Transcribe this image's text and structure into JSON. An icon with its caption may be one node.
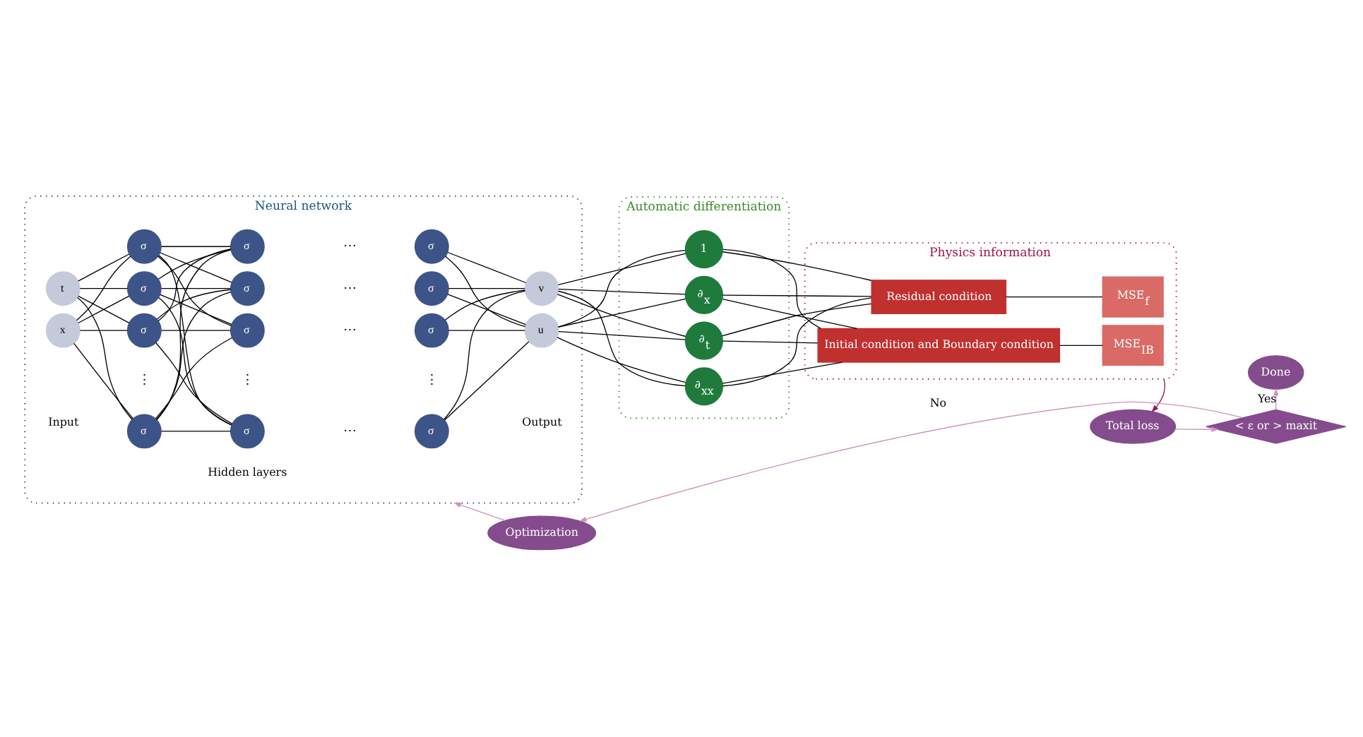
{
  "diagram": {
    "nodes": [
      {
        "text": [
          "Neural network"
        ]
      },
      {
        "text": [
          "x"
        ],
        "in": 0
      },
      {
        "text": [
          "t"
        ],
        "in": 0
      },
      {
        "text": [
          "σ"
        ],
        "in": 0
      },
      {
        "text": [
          "σ"
        ],
        "in": 0
      },
      {
        "text": [
          "σ"
        ],
        "in": 0
      },
      {
        "text": [
          "σ"
        ],
        "in": 0
      },
      {
        "text": [
          "σ"
        ],
        "in": 0
      },
      {
        "text": [
          "σ"
        ],
        "in": 0
      },
      {
        "text": [
          "σ"
        ],
        "in": 0
      },
      {
        "text": [
          "σ"
        ],
        "in": 0
      },
      {
        "text": [
          "σ"
        ],
        "in": 0
      },
      {
        "text": [
          "σ"
        ],
        "in": 0
      },
      {
        "text": [
          "σ"
        ],
        "in": 0
      },
      {
        "text": [
          "σ"
        ],
        "in": 0
      },
      {
        "text": [
          "u"
        ],
        "in": 0
      },
      {
        "text": [
          "v"
        ],
        "in": 0
      },
      {
        "text": [
          "Automatic differentiation"
        ]
      },
      {
        "text": [
          "1"
        ],
        "in": 17
      },
      {
        "text": [
          "∂$_{x}$"
        ],
        "in": 17
      },
      {
        "text": [
          "∂$_{t}$"
        ],
        "in": 17
      },
      {
        "text": [
          "∂$_{xx}$"
        ],
        "in": 17
      },
      {
        "text": [
          "Physics information"
        ]
      },
      {
        "text": [
          "Residual condition"
        ],
        "in": 22
      },
      {
        "text": [
          "MSE$_{f}$"
        ],
        "in": 22
      },
      {
        "text": [
          "Initial condition and Boundary condition"
        ],
        "in": 22
      },
      {
        "text": [
          "MSE$_{IB}$"
        ],
        "in": 22
      },
      {
        "text": [
          "Total loss"
        ]
      },
      {
        "text": [
          "< ε or > maxit"
        ]
      },
      {
        "text": [
          "Optimization"
        ]
      },
      {
        "text": [
          "Done"
        ]
      }
    ],
    "edges": [
      {
        "from": 1,
        "to": 3,
        "arrow": "none"
      },
      {
        "from": 1,
        "to": 4,
        "arrow": "none"
      },
      {
        "from": 1,
        "to": 5,
        "arrow": "none"
      },
      {
        "from": 1,
        "to": 6,
        "arrow": "none"
      },
      {
        "from": 2,
        "to": 3,
        "arrow": "none"
      },
      {
        "from": 2,
        "to": 4,
        "arrow": "none"
      },
      {
        "from": 2,
        "to": 5,
        "arrow": "none"
      },
      {
        "from": 2,
        "to": 6,
        "arrow": "none"
      },
      {
        "from": 3,
        "to": 7,
        "arrow": "none"
      },
      {
        "from": 3,
        "to": 8,
        "arrow": "none"
      },
      {
        "from": 3,
        "to": 9,
        "arrow": "none"
      },
      {
        "from": 3,
        "to": 10,
        "arrow": "none"
      },
      {
        "from": 4,
        "to": 7,
        "arrow": "none"
      },
      {
        "from": 4,
        "to": 8,
        "arrow": "none"
      },
      {
        "from": 4,
        "to": 9,
        "arrow": "none"
      },
      {
        "from": 4,
        "to": 10,
        "arrow": "none"
      },
      {
        "from": 5,
        "to": 7,
        "arrow": "none"
      },
      {
        "from": 5,
        "to": 8,
        "arrow": "none"
      },
      {
        "from": 5,
        "to": 9,
        "arrow": "none"
      },
      {
        "from": 5,
        "to": 10,
        "arrow": "none"
      },
      {
        "from": 6,
        "to": 7,
        "arrow": "none"
      },
      {
        "from": 6,
        "to": 8,
        "arrow": "none"
      },
      {
        "from": 6,
        "to": 9,
        "arrow": "none"
      },
      {
        "from": 6,
        "to": 10,
        "arrow": "none"
      },
      {
        "from": 11,
        "to": 15,
        "arrow": "none"
      },
      {
        "from": 11,
        "to": 16,
        "arrow": "none"
      },
      {
        "from": 12,
        "to": 15,
        "arrow": "none"
      },
      {
        "from": 12,
        "to": 16,
        "arrow": "none"
      },
      {
        "from": 13,
        "to": 15,
        "arrow": "none"
      },
      {
        "from": 13,
        "to": 16,
        "arrow": "none"
      },
      {
        "from": 14,
        "to": 15,
        "arrow": "none"
      },
      {
        "from": 14,
        "to": 16,
        "arrow": "none"
      },
      {
        "from": 15,
        "to": 18,
        "arrow": "none"
      },
      {
        "from": 15,
        "to": 19,
        "arrow": "none"
      },
      {
        "from": 15,
        "to": 20,
        "arrow": "none"
      },
      {
        "from": 15,
        "to": 21,
        "arrow": "none"
      },
      {
        "from": 16,
        "to": 18,
        "arrow": "none"
      },
      {
        "from": 16,
        "to": 19,
        "arrow": "none"
      },
      {
        "from": 16,
        "to": 20,
        "arrow": "none"
      },
      {
        "from": 16,
        "to": 21,
        "arrow": "none"
      },
      {
        "from": 18,
        "to": 23,
        "arrow": "none"
      },
      {
        "from": 18,
        "to": 25,
        "arrow": "none"
      },
      {
        "from": 19,
        "to": 23,
        "arrow": "none"
      },
      {
        "from": 19,
        "to": 25,
        "arrow": "none"
      },
      {
        "from": 20,
        "to": 23,
        "arrow": "none"
      },
      {
        "from": 20,
        "to": 25,
        "arrow": "none"
      },
      {
        "from": 21,
        "to": 23,
        "arrow": "none"
      },
      {
        "from": 21,
        "to": 25,
        "arrow": "none"
      },
      {
        "from": 23,
        "to": 24,
        "arrow": "none"
      },
      {
        "from": 25,
        "to": 26,
        "arrow": "none"
      },
      {
        "from": 22,
        "to": 27,
        "arrow": "to",
        "color": "#9b1b4b"
      },
      {
        "from": 27,
        "to": 28,
        "arrow": "to",
        "color": "#d291bc"
      },
      {
        "from": 28,
        "to": 29,
        "arrow": "to",
        "label": "No",
        "color": "#d291bc"
      },
      {
        "from": 28,
        "to": 30,
        "arrow": "to",
        "label": "Yes",
        "color": "#d291bc"
      },
      {
        "from": 29,
        "to": 0,
        "arrow": "to",
        "color": "#d291bc"
      }
    ],
    "labels": [
      "⋯",
      "⋯",
      "⋯",
      "⋮",
      "⋮",
      "⋮",
      "⋯",
      "Input",
      "Hidden layers",
      "Output"
    ]
  }
}
